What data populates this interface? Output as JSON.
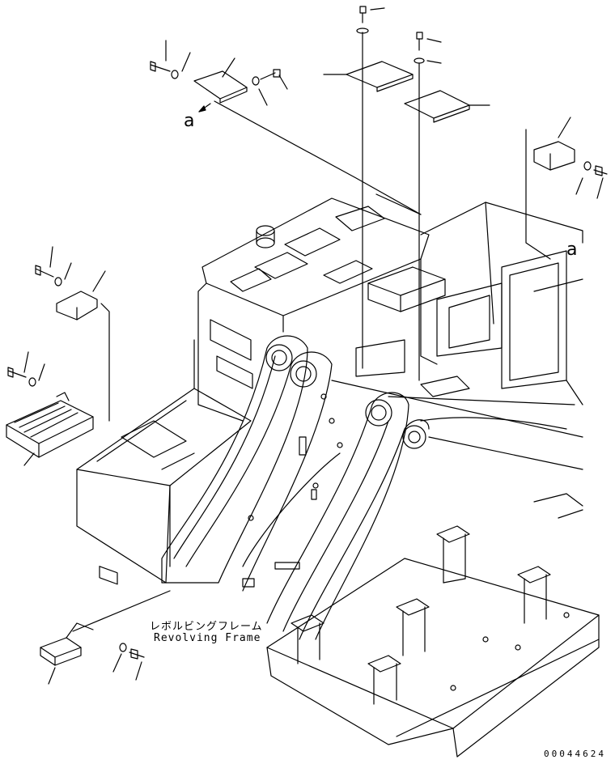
{
  "diagram": {
    "caption_jp": "レボルビングフレーム",
    "caption_en": "Revolving Frame",
    "callout_left": "a",
    "callout_right": "a",
    "part_number": "00044624",
    "colors": {
      "ink": "#000000",
      "paper": "#ffffff"
    }
  }
}
